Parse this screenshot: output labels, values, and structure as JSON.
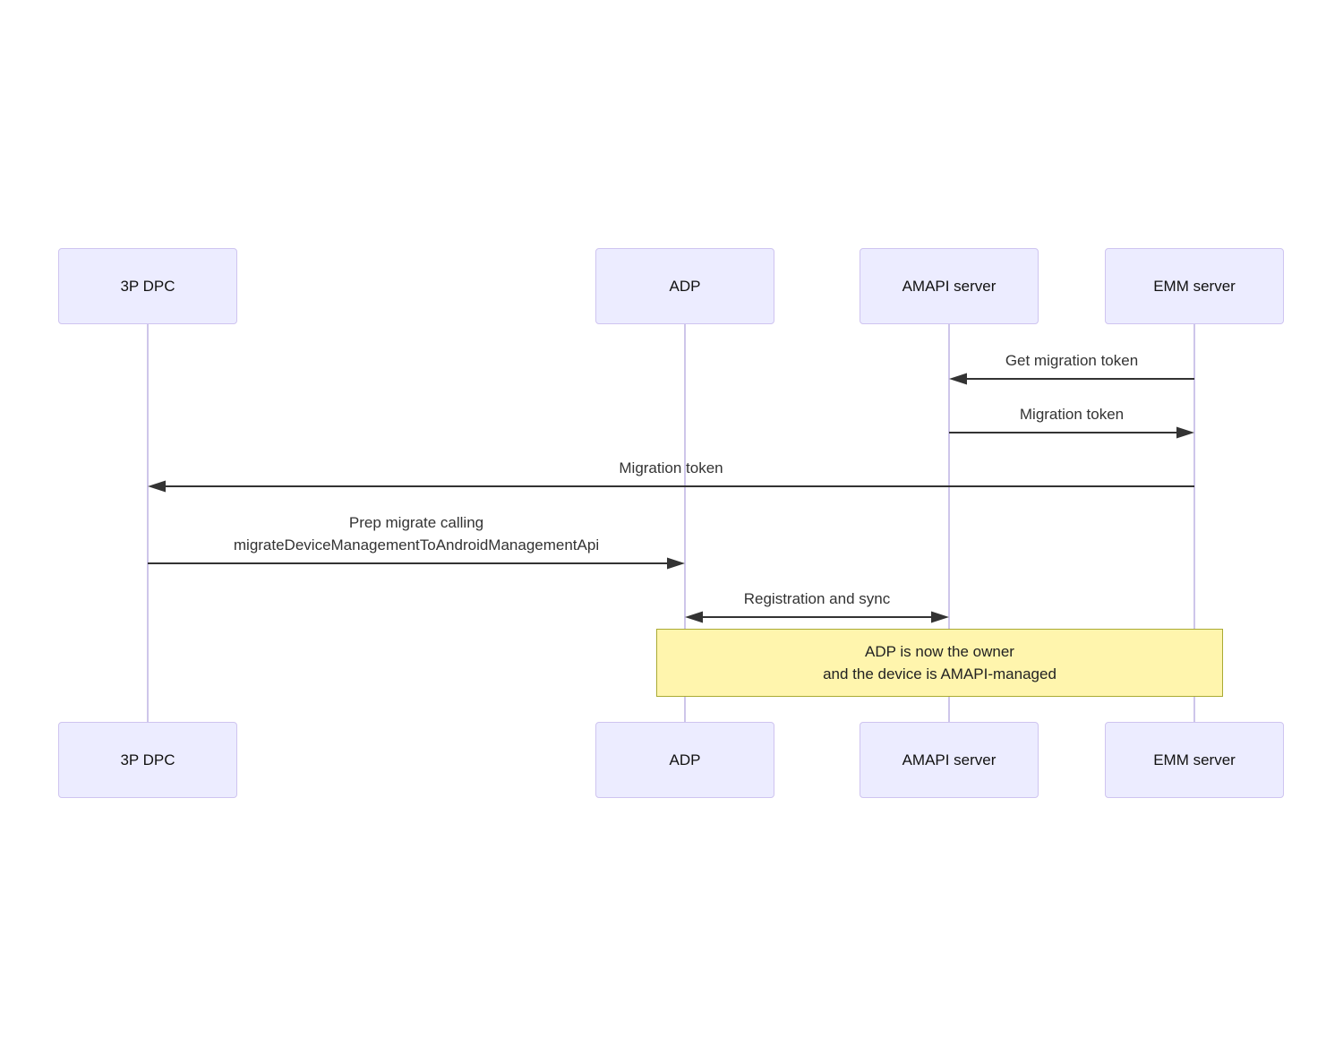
{
  "diagram": {
    "type": "sequence",
    "actors": [
      {
        "name": "3P DPC"
      },
      {
        "name": "ADP"
      },
      {
        "name": "AMAPI server"
      },
      {
        "name": "EMM server"
      }
    ],
    "messages": [
      {
        "text": "Get migration token",
        "from": "EMM server",
        "to": "AMAPI server",
        "arrow": "solid-left"
      },
      {
        "text": "Migration token",
        "from": "AMAPI server",
        "to": "EMM server",
        "arrow": "solid-right"
      },
      {
        "text": "Migration token",
        "from": "EMM server",
        "to": "3P DPC",
        "arrow": "solid-left"
      },
      {
        "text_lines": [
          "Prep migrate calling",
          "migrateDeviceManagementToAndroidManagementApi"
        ],
        "from": "3P DPC",
        "to": "ADP",
        "arrow": "solid-right"
      },
      {
        "text": "Registration and sync",
        "from": "ADP",
        "to": "AMAPI server",
        "arrow": "solid-both"
      }
    ],
    "note": {
      "over": [
        "ADP",
        "EMM server"
      ],
      "text_lines": [
        "ADP is now the owner",
        "and the device is AMAPI-managed"
      ]
    },
    "colors": {
      "actor_fill": "#ececff",
      "actor_border": "#cfc4f0",
      "actor_text": "#111111",
      "lifeline": "#cec6ea",
      "note_fill": "#fff5ad",
      "note_border": "#aaaa33",
      "note_text": "#222222",
      "line": "#333333",
      "message_text": "#333333"
    }
  }
}
